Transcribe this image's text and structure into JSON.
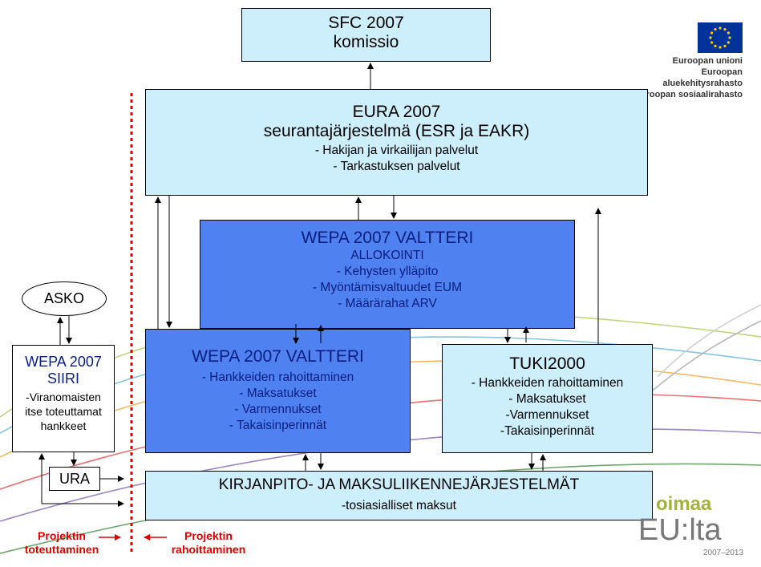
{
  "eu_logo": {
    "lines": [
      "Euroopan unioni",
      "Euroopan aluekehitysrahasto",
      "Euroopan sosiaalirahasto"
    ],
    "flag_color": "#003399",
    "star_color": "#ffcc00"
  },
  "sfc": {
    "title_1": "SFC 2007",
    "title_2": "komissio"
  },
  "eura": {
    "title_1": "EURA 2007",
    "title_2": "seurantajärjestelmä (ESR ja EAKR)",
    "items": [
      "- Hakijan ja virkailijan palvelut",
      "- Tarkastuksen palvelut"
    ]
  },
  "valtteri_alloc": {
    "title": "WEPA 2007 VALTTERI",
    "items": [
      "ALLOKOINTI",
      "- Kehysten ylläpito",
      "- Myöntämisvaltuudet EUM",
      "- Määrärahat ARV"
    ]
  },
  "valtteri_rahoitus": {
    "title": "WEPA 2007 VALTTERI",
    "items": [
      "- Hankkeiden rahoittaminen",
      "- Maksatukset",
      "- Varmennukset",
      "- Takaisinperinnät"
    ]
  },
  "tuki": {
    "title": "TUKI2000",
    "items": [
      "- Hankkeiden rahoittaminen",
      "- Maksatukset",
      "-Varmennukset",
      "-Takaisinperinnät"
    ]
  },
  "siiri": {
    "title_1": "WEPA 2007",
    "title_2": "SIIRI",
    "items": [
      "-Viranomaisten",
      "itse toteuttamat",
      "hankkeet"
    ]
  },
  "asko": {
    "label": "ASKO"
  },
  "ura": {
    "label": "URA"
  },
  "kirjanpito": {
    "title": "KIRJANPITO- JA MAKSULIIKENNEJÄRJESTELMÄT",
    "item": "-tosiasialliset maksut"
  },
  "left_label": {
    "line_1": "Projektin",
    "line_2": "toteuttaminen"
  },
  "right_label": {
    "line_1": "Projektin",
    "line_2": "rahoittaminen"
  },
  "brand": {
    "line_1": "oimaa",
    "line_2": "EU:lta",
    "years": "2007–2013"
  },
  "colors": {
    "light_box": "#cdeefb",
    "blue_box": "#4f81f1",
    "label_red": "#e00000"
  }
}
